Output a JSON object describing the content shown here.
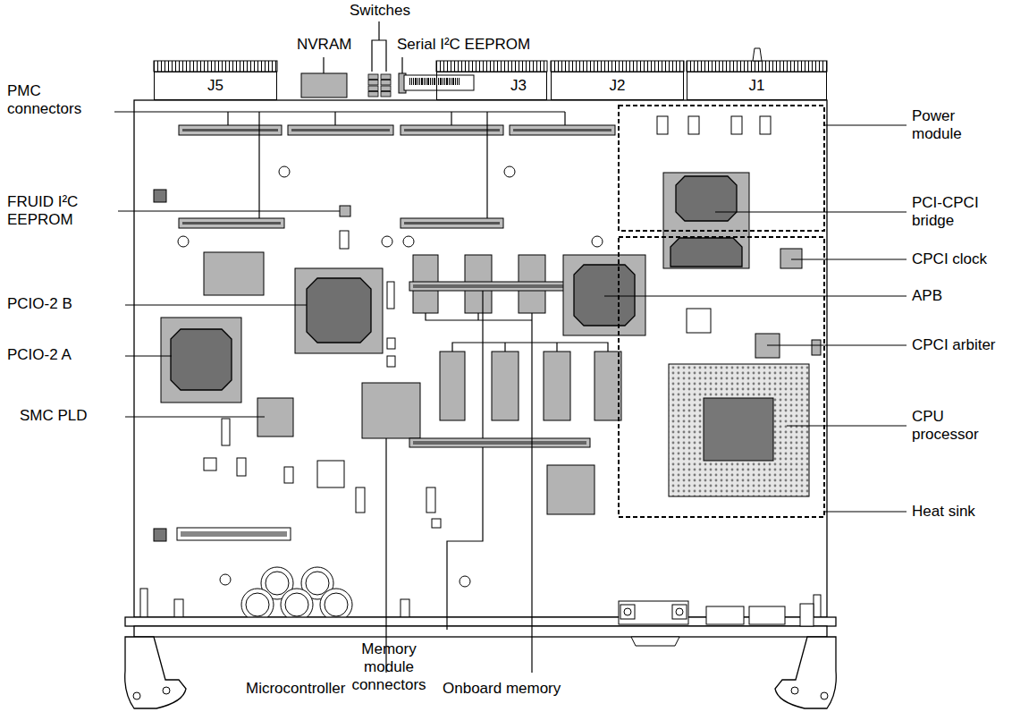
{
  "diagram": {
    "nodes": [
      {
        "text": [
          "J5"
        ]
      },
      {
        "text": [
          "J3"
        ]
      },
      {
        "text": [
          "J2"
        ]
      },
      {
        "text": [
          "J1"
        ]
      }
    ],
    "labels": [
      "Switches",
      "NVRAM",
      "Serial I²C EEPROM",
      "PMC connectors",
      "FRUID I²C EEPROM",
      "PCIO-2 B",
      "PCIO-2 A",
      "SMC PLD",
      "Power module",
      "PCI-CPCI bridge",
      "CPCI clock",
      "APB",
      "CPCI arbiter",
      "CPU processor",
      "Heat sink",
      "Microcontroller",
      "Memory module connectors",
      "Onboard memory"
    ]
  }
}
